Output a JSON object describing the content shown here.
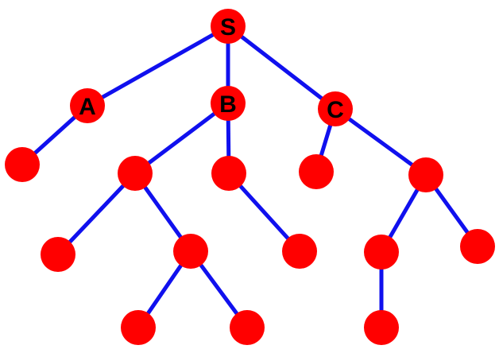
{
  "colors": {
    "node": "#ff0000",
    "edge": "#1010ee",
    "label": "#000000"
  },
  "nodes": [
    {
      "id": "S",
      "label": "S"
    },
    {
      "id": "A",
      "label": "A"
    },
    {
      "id": "B",
      "label": "B"
    },
    {
      "id": "C",
      "label": "C"
    },
    {
      "id": "a1",
      "label": ""
    },
    {
      "id": "b1",
      "label": ""
    },
    {
      "id": "b2",
      "label": ""
    },
    {
      "id": "c1",
      "label": ""
    },
    {
      "id": "c2",
      "label": ""
    },
    {
      "id": "b1a",
      "label": ""
    },
    {
      "id": "b1b",
      "label": ""
    },
    {
      "id": "b2a",
      "label": ""
    },
    {
      "id": "c2a",
      "label": ""
    },
    {
      "id": "c2b",
      "label": ""
    },
    {
      "id": "b1b1",
      "label": ""
    },
    {
      "id": "b1b2",
      "label": ""
    },
    {
      "id": "c2a1",
      "label": ""
    }
  ],
  "edges": [
    [
      "S",
      "A"
    ],
    [
      "S",
      "B"
    ],
    [
      "S",
      "C"
    ],
    [
      "A",
      "a1"
    ],
    [
      "B",
      "b1"
    ],
    [
      "B",
      "b2"
    ],
    [
      "C",
      "c1"
    ],
    [
      "C",
      "c2"
    ],
    [
      "b1",
      "b1a"
    ],
    [
      "b1",
      "b1b"
    ],
    [
      "b2",
      "b2a"
    ],
    [
      "c2",
      "c2a"
    ],
    [
      "c2",
      "c2b"
    ],
    [
      "b1b",
      "b1b1"
    ],
    [
      "b1b",
      "b1b2"
    ],
    [
      "c2a",
      "c2a1"
    ]
  ]
}
